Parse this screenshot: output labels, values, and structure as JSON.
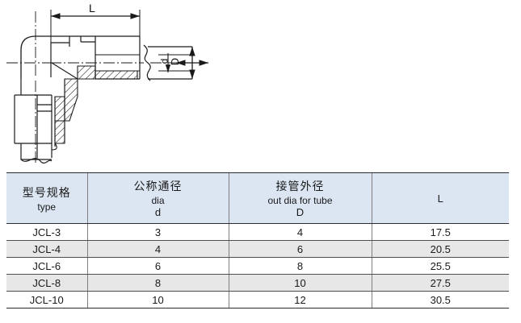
{
  "drawing": {
    "title": "elbow-pipe-fitting-section-view",
    "dimension_labels": {
      "length": "L",
      "inner_dia": "d",
      "outer_dia": "D"
    }
  },
  "table": {
    "headers": [
      {
        "cn": "型号规格",
        "en": "type",
        "sym": ""
      },
      {
        "cn": "公称通径",
        "en": "dia",
        "sym": "d"
      },
      {
        "cn": "接管外径",
        "en": "out dia for tube",
        "sym": "D"
      },
      {
        "cn": "",
        "en": "L",
        "sym": ""
      }
    ],
    "rows": [
      {
        "type": "JCL-3",
        "d": "3",
        "D": "4",
        "L": "17.5"
      },
      {
        "type": "JCL-4",
        "d": "4",
        "D": "6",
        "L": "20.5"
      },
      {
        "type": "JCL-6",
        "d": "6",
        "D": "8",
        "L": "25.5"
      },
      {
        "type": "JCL-8",
        "d": "8",
        "D": "10",
        "L": "27.5"
      },
      {
        "type": "JCL-10",
        "d": "10",
        "D": "12",
        "L": "30.5"
      }
    ]
  },
  "colors": {
    "header_bg": "#dce6f2",
    "row_alt_bg": "#e7e7e7",
    "row_bg": "#ffffff",
    "border": "#2b2b2b",
    "line": "#1a1a1a"
  }
}
